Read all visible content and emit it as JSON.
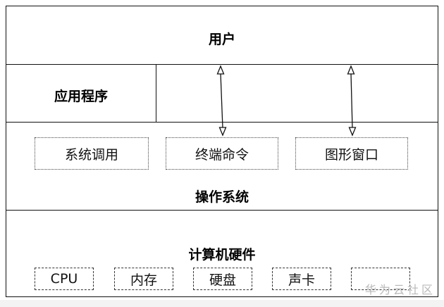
{
  "layers": {
    "user": "用户",
    "app": "应用程序",
    "os": "操作系统",
    "hardware": "计算机硬件"
  },
  "os_components": [
    "系统调用",
    "终端命令",
    "图形窗口"
  ],
  "hardware_components": [
    "CPU",
    "内存",
    "硬盘",
    "声卡",
    ""
  ],
  "watermark": "华为云社区"
}
